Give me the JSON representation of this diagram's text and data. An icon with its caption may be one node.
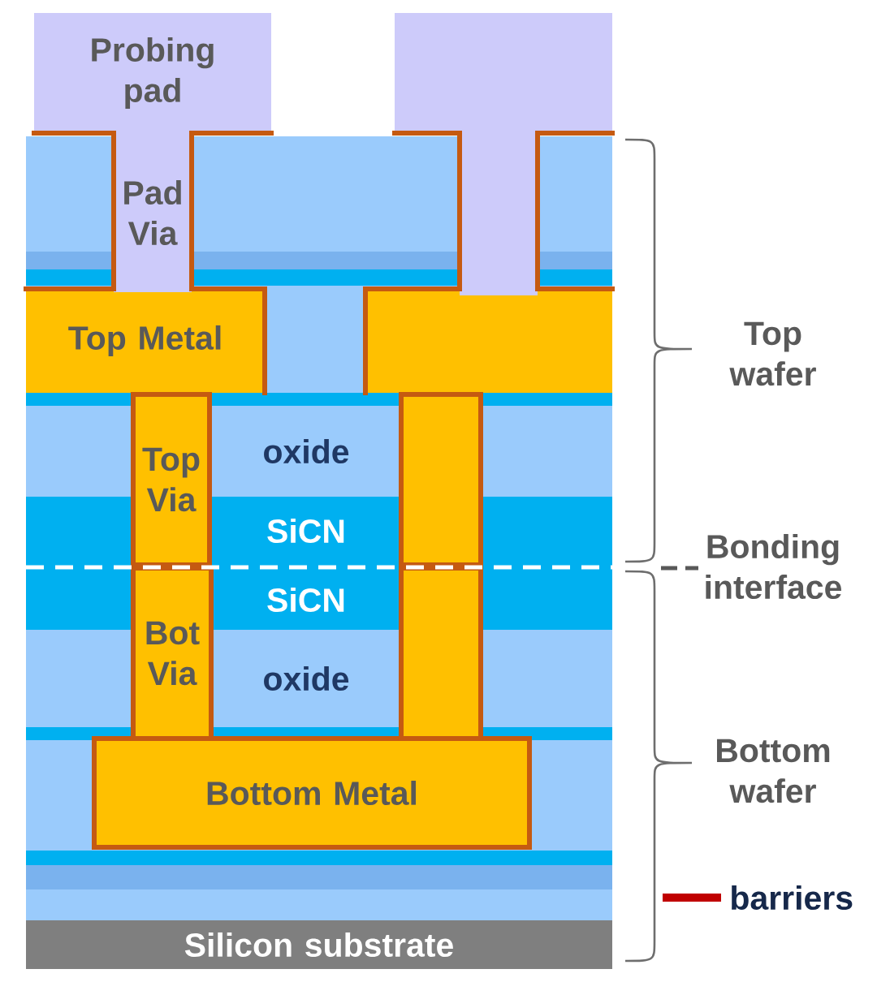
{
  "diagram": {
    "nodes": [
      {
        "text": [
          "Probing pad"
        ]
      },
      {
        "text": [],
        "shape": "box"
      },
      {
        "text": [
          "Pad Via"
        ]
      },
      {
        "text": [],
        "shape": "box"
      },
      {
        "text": [
          "Top Metal"
        ]
      },
      {
        "text": [],
        "shape": "box"
      },
      {
        "text": [
          "Top Via"
        ]
      },
      {
        "text": [
          "oxide"
        ]
      },
      {
        "text": [],
        "shape": "box"
      },
      {
        "text": [
          "SiCN"
        ]
      },
      {
        "text": [
          "SiCN"
        ]
      },
      {
        "text": [
          "Bot Via"
        ]
      },
      {
        "text": [
          "oxide"
        ]
      },
      {
        "text": [],
        "shape": "box"
      },
      {
        "text": [
          "Bottom Metal"
        ]
      },
      {
        "text": [
          "Silicon substrate"
        ]
      }
    ],
    "labels": [
      "Top wafer",
      "Bonding interface",
      "Bottom wafer"
    ],
    "legend": [
      {
        "text": "barriers",
        "color": "#c00000"
      }
    ]
  }
}
